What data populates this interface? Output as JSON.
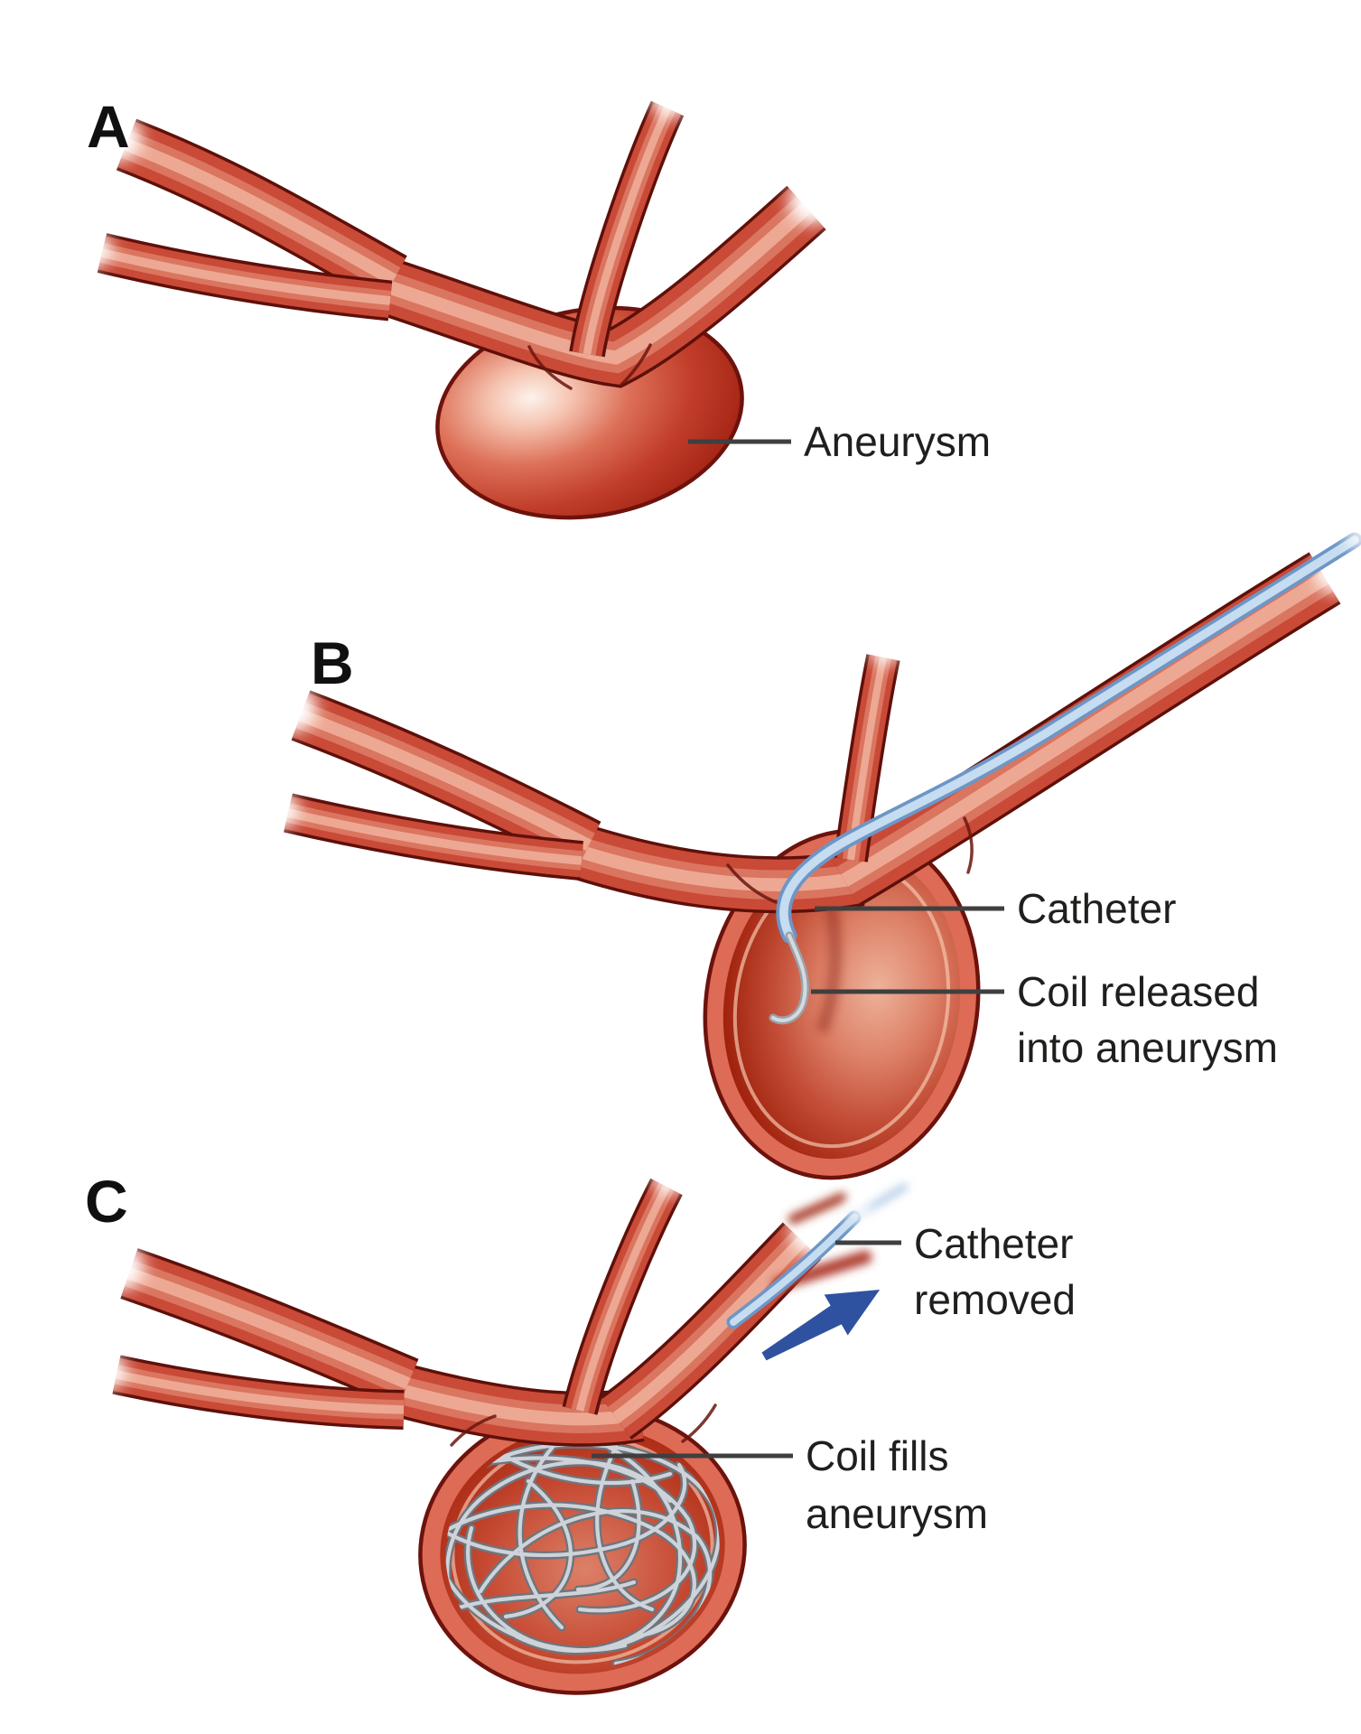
{
  "figure": {
    "panels": {
      "a": {
        "letter": "A",
        "aneurysm_label": "Aneurysm"
      },
      "b": {
        "letter": "B",
        "catheter_label": "Catheter",
        "coil_label_line1": "Coil released",
        "coil_label_line2": "into aneurysm"
      },
      "c": {
        "letter": "C",
        "catheter_label_line1": "Catheter",
        "catheter_label_line2": "removed",
        "coil_label_line1": "Coil fills",
        "coil_label_line2": "aneurysm"
      }
    },
    "colors": {
      "background": "#ffffff",
      "vessel_red": "#c94a37",
      "vessel_outline": "#5e100a",
      "vessel_highlight": "#eda893",
      "aneurysm_deep_red": "#951a0e",
      "sac_interior_red": "#8c150b",
      "sac_wall_salmon": "#dd6b56",
      "catheter_blue": "#c6dcf0",
      "catheter_blue_edge": "#6d96c6",
      "coil_gray": "#9aa1a9",
      "arrow_blue": "#2f52a0",
      "leader_line_gray": "#3f3f3f",
      "label_text": "#1f1f1d"
    }
  }
}
